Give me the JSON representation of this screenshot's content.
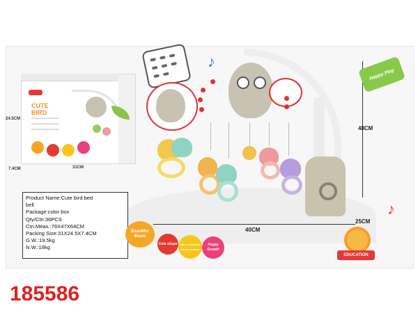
{
  "product_info": {
    "name_line1": "Product Name:Cute bird bed",
    "name_line2": "bell",
    "package": "Package:color box",
    "qty": "Qty/Ctn:36PCS",
    "ctn_meas": "Ctn.Meas.:76X47X64CM",
    "packing_size": "Packing Size:31X24.5X7.4CM",
    "gw": "G.W.:19.5kg",
    "nw": "N.W.:18kg"
  },
  "dimensions": {
    "height": "48CM",
    "width": "40CM",
    "clamp": "25CM",
    "box_height": "24.5CM",
    "box_width": "31CM",
    "box_depth": "7.4CM"
  },
  "box": {
    "title_line1": "CUTE",
    "title_line2": "BIRD"
  },
  "badges": {
    "beautiful_music": "Beautiful Music",
    "cute_shape": "Cute shape",
    "round_corners": "Round without sharp corners",
    "happy_growth": "Happy Growth",
    "happy_play": "Happy Play",
    "education": "EDUCATION"
  },
  "sku": "185586",
  "colors": {
    "sku_red": "#e02020",
    "badge_orange": "#f5a623",
    "badge_red": "#e53935",
    "badge_pink": "#ec407a",
    "badge_yellow": "#f7c61b",
    "happy_green": "#88c94a",
    "owl_gray": "#c7c2b2"
  }
}
